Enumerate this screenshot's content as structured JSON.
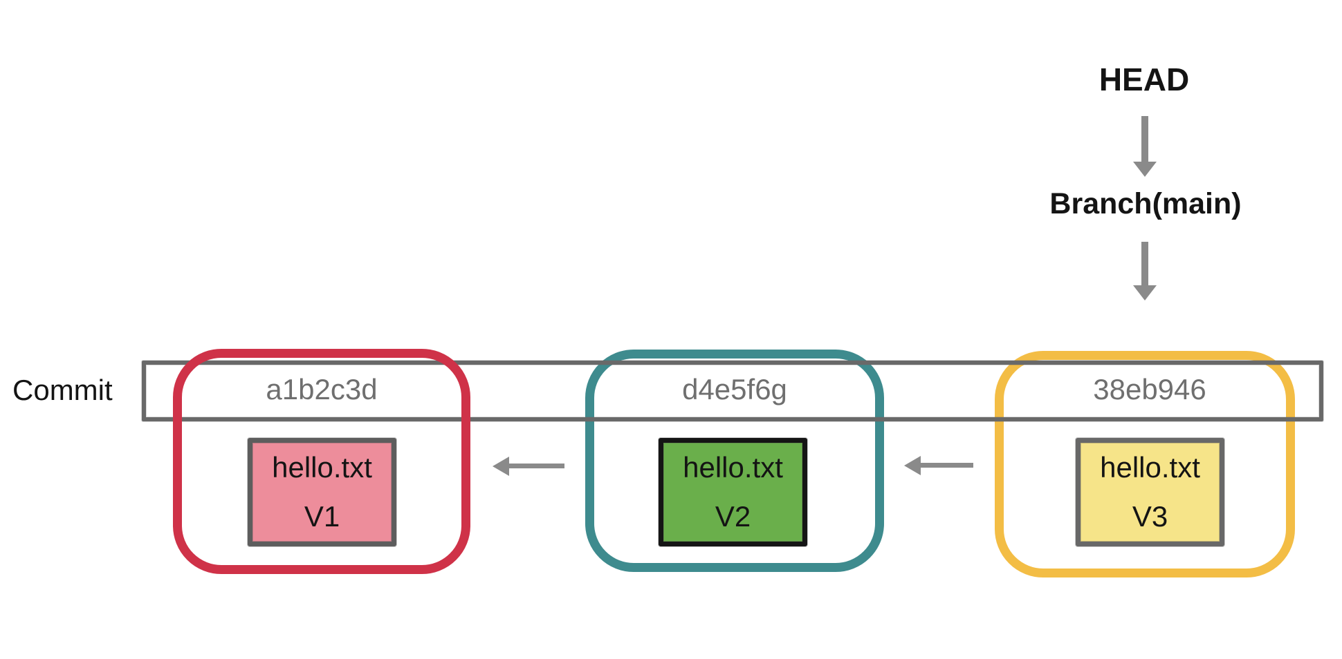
{
  "diagram": {
    "title_semantic": "git-commit-history-diagram",
    "head": {
      "label": "HEAD"
    },
    "branch": {
      "label": "Branch(main)"
    },
    "commit_row": {
      "label": "Commit"
    },
    "commits": [
      {
        "hash": "a1b2c3d",
        "file_name": "hello.txt",
        "file_version": "V1",
        "accent": "#cf3248",
        "file_bg": "#ed8d9b",
        "file_border": "#5d5d5d"
      },
      {
        "hash": "d4e5f6g",
        "file_name": "hello.txt",
        "file_version": "V2",
        "accent": "#3e8b8e",
        "file_bg": "#6aaf4b",
        "file_border": "#151515"
      },
      {
        "hash": "38eb946",
        "file_name": "hello.txt",
        "file_version": "V3",
        "accent": "#f3bd45",
        "file_bg": "#f6e489",
        "file_border": "#686868"
      }
    ],
    "icons": {
      "down_arrow_1": "down-arrow",
      "down_arrow_2": "down-arrow",
      "left_arrow_v2_to_v1": "left-arrow",
      "left_arrow_v3_to_v2": "left-arrow"
    },
    "colors": {
      "background": "#ffffff",
      "band": "#696969",
      "arrow": "#8a8a8a",
      "hash_text": "#6f6f6f",
      "text": "#141414"
    }
  }
}
